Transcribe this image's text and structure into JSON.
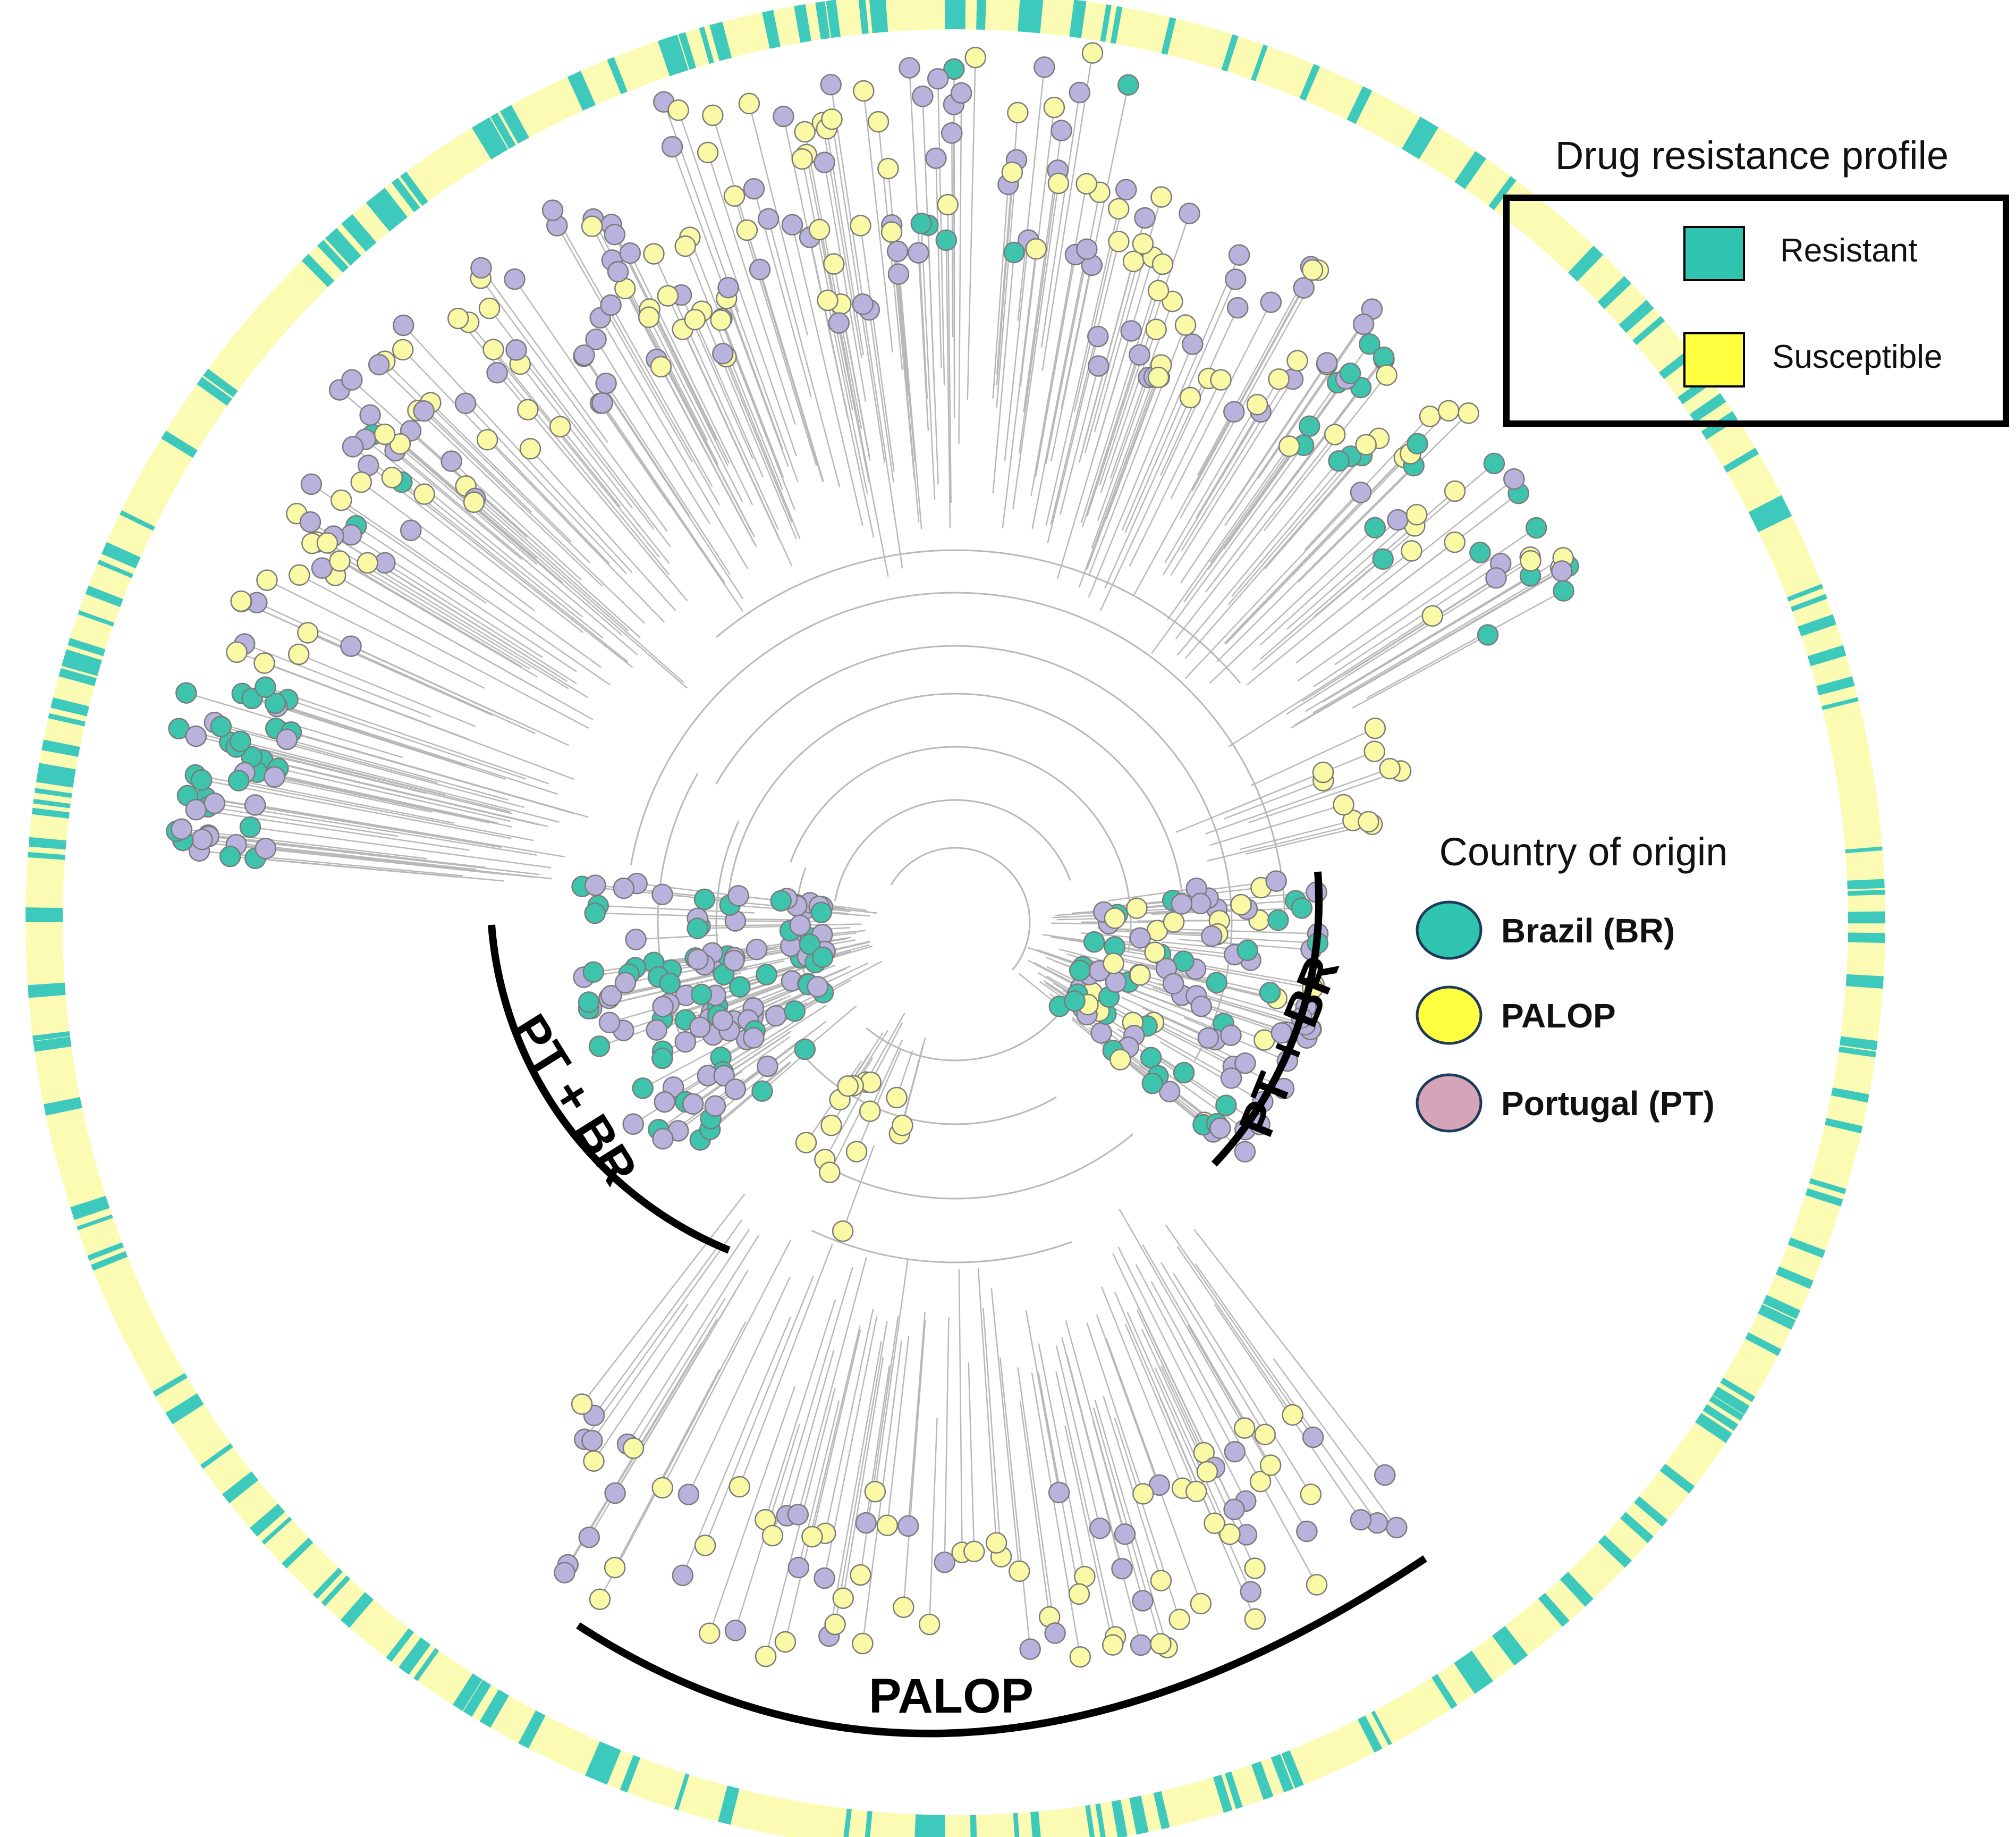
{
  "figure": {
    "drug_resistance_legend": {
      "title": "Drug resistance profile",
      "items": [
        {
          "label": "Resistant",
          "color": "#2ec4b0"
        },
        {
          "label": "Susceptible",
          "color": "#ffff40"
        }
      ]
    },
    "country_legend": {
      "title": "Country of origin",
      "items": [
        {
          "label": "Brazil (BR)",
          "color": "#2ec4b0"
        },
        {
          "label": "PALOP",
          "color": "#ffff40"
        },
        {
          "label": "Portugal (PT)",
          "color": "#d4a5b8"
        }
      ]
    },
    "clade_labels": {
      "left": "PT + BR",
      "right": "PT + BR",
      "bottom": "PALOP"
    },
    "palette": {
      "ring_susceptible": "#fbfbb4",
      "ring_resistant": "#3ec9bd",
      "tip_brazil": "#3ec4ad",
      "tip_palop": "#fafaa6",
      "tip_portugal": "#b8b2dc",
      "branch": "#b8b8b8"
    }
  }
}
